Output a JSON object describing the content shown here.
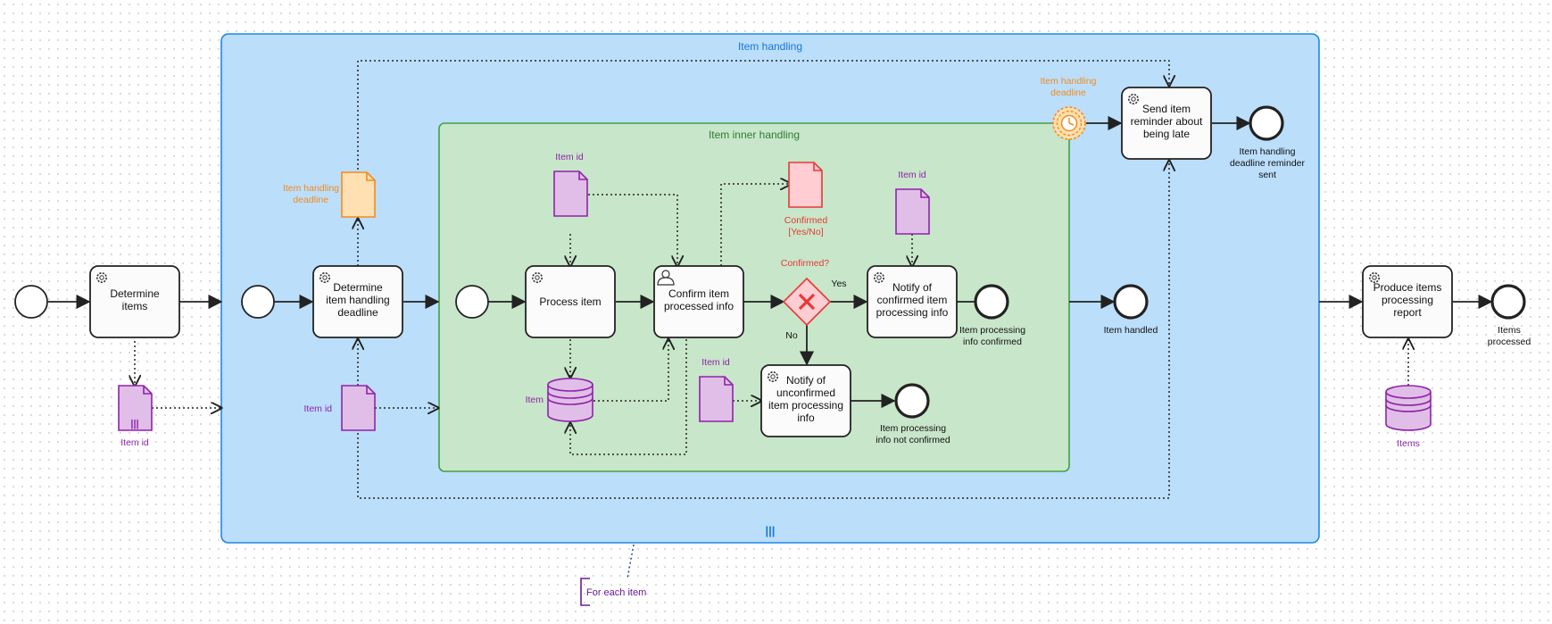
{
  "pools": {
    "outer_label": "Item handling",
    "outer_marker": "|||",
    "inner_label": "Item inner handling"
  },
  "tasks": {
    "determine_items": [
      "Determine",
      "items"
    ],
    "determine_deadline": [
      "Determine",
      "item handling",
      "deadline"
    ],
    "process_item": [
      "Process item"
    ],
    "confirm_item": [
      "Confirm item",
      "processed info"
    ],
    "notify_confirmed": [
      "Notify of",
      "confirmed item",
      "processing info"
    ],
    "notify_unconfirmed": [
      "Notify of",
      "unconfirmed",
      "item processing",
      "info"
    ],
    "send_reminder": [
      "Send item",
      "reminder about",
      "being late"
    ],
    "produce_report": [
      "Produce items",
      "processing",
      "report"
    ]
  },
  "events": {
    "confirmed_end": [
      "Item processing",
      "info confirmed"
    ],
    "not_confirmed_end": [
      "Item processing",
      "info not confirmed"
    ],
    "item_handled": [
      "Item handled"
    ],
    "reminder_sent": [
      "Item handling",
      "deadline reminder",
      "sent"
    ],
    "items_processed": [
      "Items",
      "processed"
    ],
    "timer_label": [
      "Item handling",
      "deadline"
    ]
  },
  "gateway": {
    "question": "Confirmed?",
    "yes": "Yes",
    "no": "No"
  },
  "data": {
    "item_id_collection": "Item id",
    "collection_marker": "|||",
    "item_id_outer": "Item id",
    "deadline_doc": [
      "Item handling",
      "deadline"
    ],
    "item_id_top": "Item id",
    "item_store": "Item",
    "item_id_lower": "Item id",
    "confirmed_doc": [
      "Confirmed",
      "[Yes/No]"
    ],
    "item_id_right": "Item id",
    "items_store": "Items"
  },
  "annotation": "For each item",
  "colors": {
    "outer_fill": "#bbdefb",
    "outer_stroke": "#1e88e5",
    "inner_fill": "#c8e6c9",
    "inner_stroke": "#43a047",
    "data_fill": "#e1bee7",
    "data_stroke": "#8e24aa",
    "deadline_fill": "#ffe0b2",
    "deadline_stroke": "#f28c1e",
    "confirmed_fill": "#ffcdd2",
    "confirmed_stroke": "#e53935",
    "gateway_fill": "#ffcdd2"
  }
}
